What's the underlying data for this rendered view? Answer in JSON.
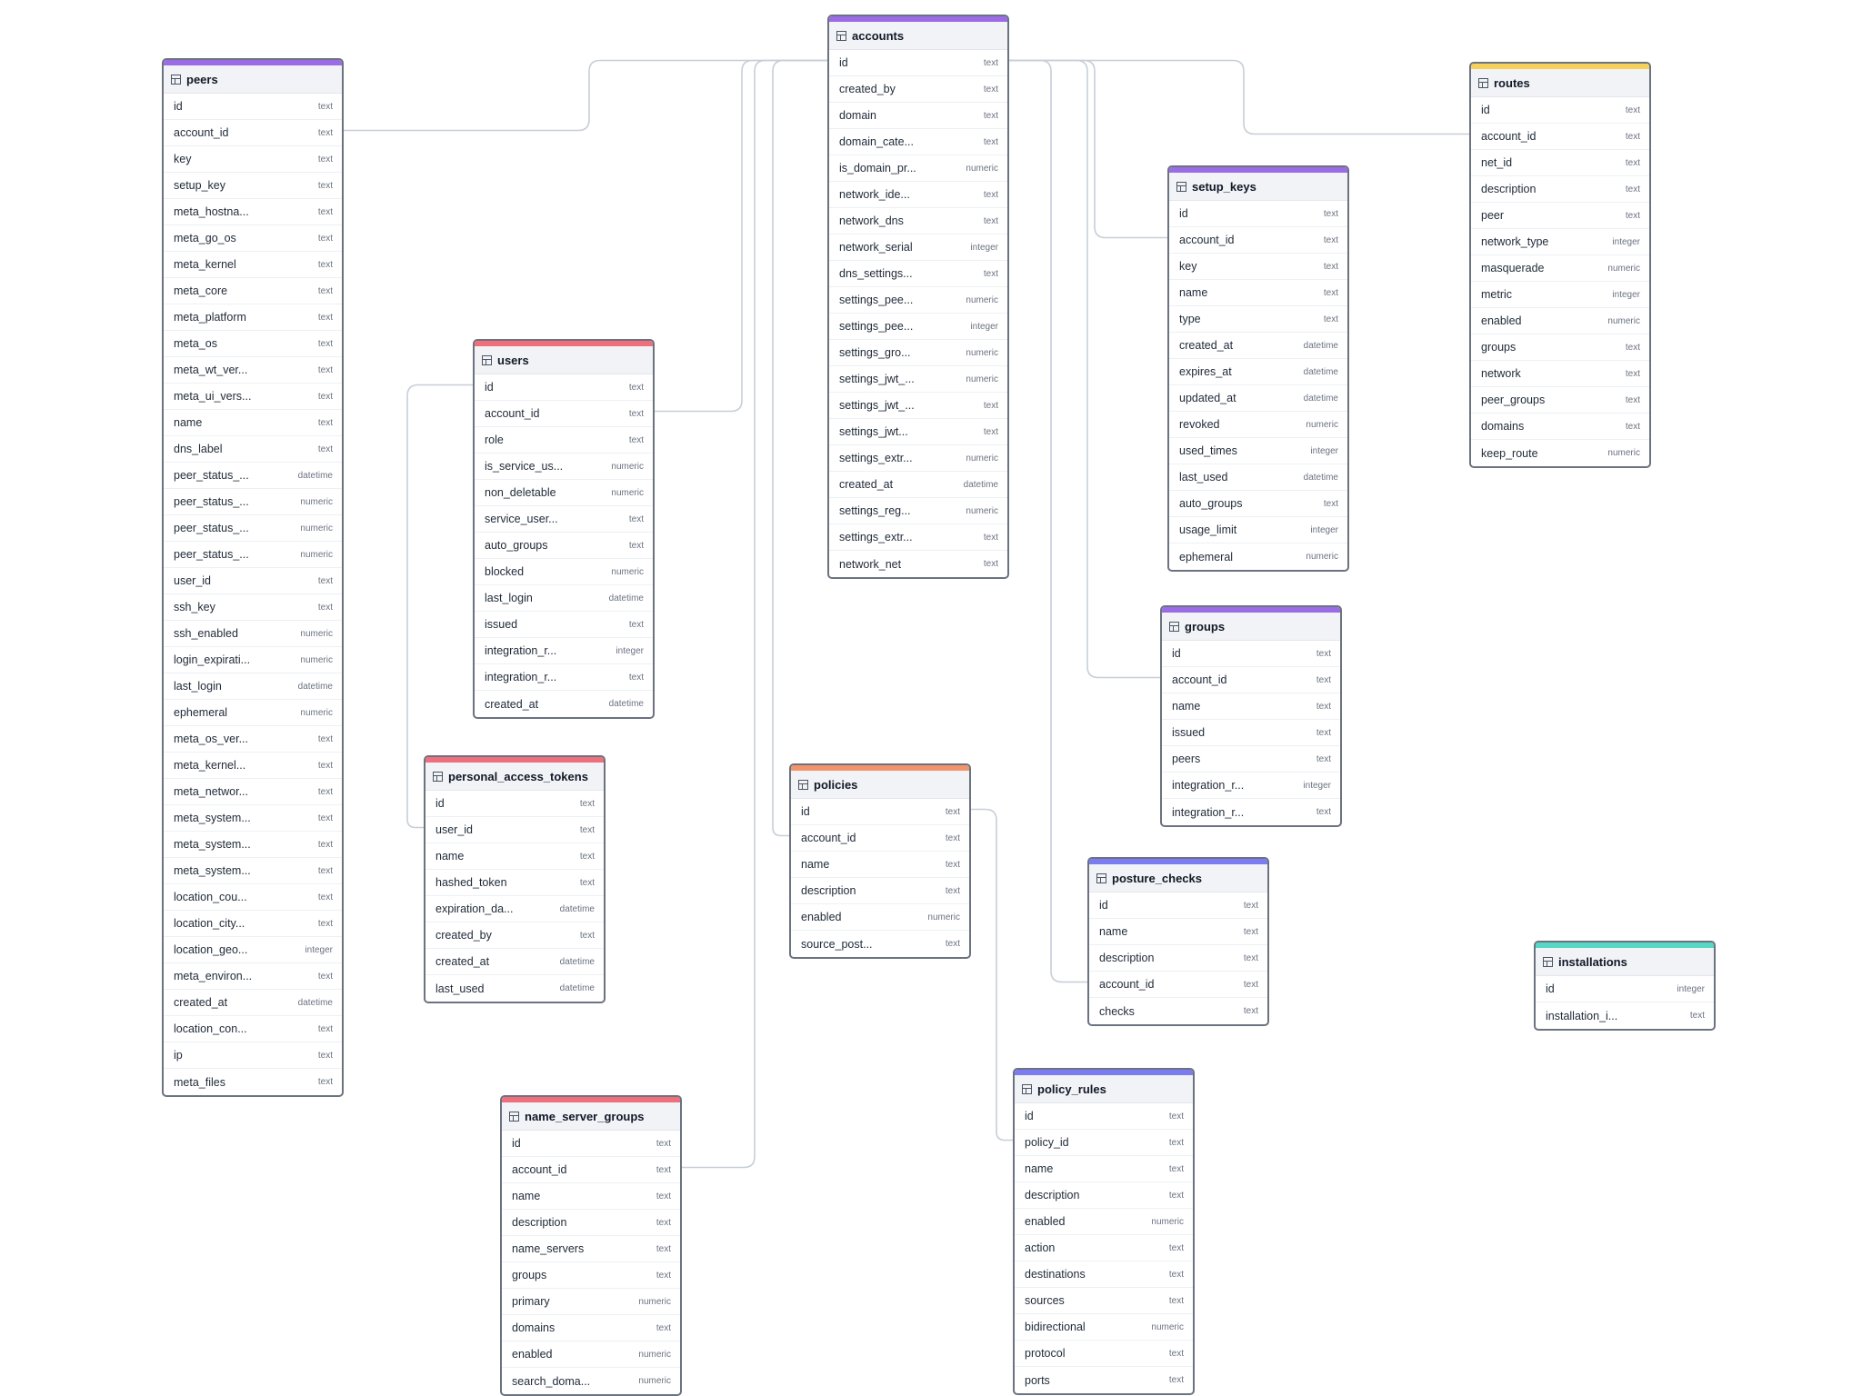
{
  "colors": {
    "purple": "#9b6ce6",
    "red": "#ef6f7c",
    "orange": "#f2946a",
    "indigo": "#7c7cf2",
    "yellow": "#f7d05a",
    "teal": "#57d6c3",
    "edge": "#c7ced8"
  },
  "tables": [
    {
      "name": "accounts",
      "accent": "purple",
      "columns": [
        [
          "id",
          "text"
        ],
        [
          "created_by",
          "text"
        ],
        [
          "domain",
          "text"
        ],
        [
          "domain_cate...",
          "text"
        ],
        [
          "is_domain_pr...",
          "numeric"
        ],
        [
          "network_ide...",
          "text"
        ],
        [
          "network_dns",
          "text"
        ],
        [
          "network_serial",
          "integer"
        ],
        [
          "dns_settings...",
          "text"
        ],
        [
          "settings_pee...",
          "numeric"
        ],
        [
          "settings_pee...",
          "integer"
        ],
        [
          "settings_gro...",
          "numeric"
        ],
        [
          "settings_jwt_...",
          "numeric"
        ],
        [
          "settings_jwt_...",
          "text"
        ],
        [
          "settings_jwt...",
          "text"
        ],
        [
          "settings_extr...",
          "numeric"
        ],
        [
          "created_at",
          "datetime"
        ],
        [
          "settings_reg...",
          "numeric"
        ],
        [
          "settings_extr...",
          "text"
        ],
        [
          "network_net",
          "text"
        ]
      ]
    },
    {
      "name": "peers",
      "accent": "purple",
      "columns": [
        [
          "id",
          "text"
        ],
        [
          "account_id",
          "text"
        ],
        [
          "key",
          "text"
        ],
        [
          "setup_key",
          "text"
        ],
        [
          "meta_hostna...",
          "text"
        ],
        [
          "meta_go_os",
          "text"
        ],
        [
          "meta_kernel",
          "text"
        ],
        [
          "meta_core",
          "text"
        ],
        [
          "meta_platform",
          "text"
        ],
        [
          "meta_os",
          "text"
        ],
        [
          "meta_wt_ver...",
          "text"
        ],
        [
          "meta_ui_vers...",
          "text"
        ],
        [
          "name",
          "text"
        ],
        [
          "dns_label",
          "text"
        ],
        [
          "peer_status_...",
          "datetime"
        ],
        [
          "peer_status_...",
          "numeric"
        ],
        [
          "peer_status_...",
          "numeric"
        ],
        [
          "peer_status_...",
          "numeric"
        ],
        [
          "user_id",
          "text"
        ],
        [
          "ssh_key",
          "text"
        ],
        [
          "ssh_enabled",
          "numeric"
        ],
        [
          "login_expirati...",
          "numeric"
        ],
        [
          "last_login",
          "datetime"
        ],
        [
          "ephemeral",
          "numeric"
        ],
        [
          "meta_os_ver...",
          "text"
        ],
        [
          "meta_kernel...",
          "text"
        ],
        [
          "meta_networ...",
          "text"
        ],
        [
          "meta_system...",
          "text"
        ],
        [
          "meta_system...",
          "text"
        ],
        [
          "meta_system...",
          "text"
        ],
        [
          "location_cou...",
          "text"
        ],
        [
          "location_city...",
          "text"
        ],
        [
          "location_geo...",
          "integer"
        ],
        [
          "meta_environ...",
          "text"
        ],
        [
          "created_at",
          "datetime"
        ],
        [
          "location_con...",
          "text"
        ],
        [
          "ip",
          "text"
        ],
        [
          "meta_files",
          "text"
        ]
      ]
    },
    {
      "name": "routes",
      "accent": "yellow",
      "columns": [
        [
          "id",
          "text"
        ],
        [
          "account_id",
          "text"
        ],
        [
          "net_id",
          "text"
        ],
        [
          "description",
          "text"
        ],
        [
          "peer",
          "text"
        ],
        [
          "network_type",
          "integer"
        ],
        [
          "masquerade",
          "numeric"
        ],
        [
          "metric",
          "integer"
        ],
        [
          "enabled",
          "numeric"
        ],
        [
          "groups",
          "text"
        ],
        [
          "network",
          "text"
        ],
        [
          "peer_groups",
          "text"
        ],
        [
          "domains",
          "text"
        ],
        [
          "keep_route",
          "numeric"
        ]
      ]
    },
    {
      "name": "setup_keys",
      "accent": "purple",
      "columns": [
        [
          "id",
          "text"
        ],
        [
          "account_id",
          "text"
        ],
        [
          "key",
          "text"
        ],
        [
          "name",
          "text"
        ],
        [
          "type",
          "text"
        ],
        [
          "created_at",
          "datetime"
        ],
        [
          "expires_at",
          "datetime"
        ],
        [
          "updated_at",
          "datetime"
        ],
        [
          "revoked",
          "numeric"
        ],
        [
          "used_times",
          "integer"
        ],
        [
          "last_used",
          "datetime"
        ],
        [
          "auto_groups",
          "text"
        ],
        [
          "usage_limit",
          "integer"
        ],
        [
          "ephemeral",
          "numeric"
        ]
      ]
    },
    {
      "name": "users",
      "accent": "red",
      "columns": [
        [
          "id",
          "text"
        ],
        [
          "account_id",
          "text"
        ],
        [
          "role",
          "text"
        ],
        [
          "is_service_us...",
          "numeric"
        ],
        [
          "non_deletable",
          "numeric"
        ],
        [
          "service_user...",
          "text"
        ],
        [
          "auto_groups",
          "text"
        ],
        [
          "blocked",
          "numeric"
        ],
        [
          "last_login",
          "datetime"
        ],
        [
          "issued",
          "text"
        ],
        [
          "integration_r...",
          "integer"
        ],
        [
          "integration_r...",
          "text"
        ],
        [
          "created_at",
          "datetime"
        ]
      ]
    },
    {
      "name": "groups",
      "accent": "purple",
      "columns": [
        [
          "id",
          "text"
        ],
        [
          "account_id",
          "text"
        ],
        [
          "name",
          "text"
        ],
        [
          "issued",
          "text"
        ],
        [
          "peers",
          "text"
        ],
        [
          "integration_r...",
          "integer"
        ],
        [
          "integration_r...",
          "text"
        ]
      ]
    },
    {
      "name": "personal_access_tokens",
      "accent": "red",
      "columns": [
        [
          "id",
          "text"
        ],
        [
          "user_id",
          "text"
        ],
        [
          "name",
          "text"
        ],
        [
          "hashed_token",
          "text"
        ],
        [
          "expiration_da...",
          "datetime"
        ],
        [
          "created_by",
          "text"
        ],
        [
          "created_at",
          "datetime"
        ],
        [
          "last_used",
          "datetime"
        ]
      ]
    },
    {
      "name": "policies",
      "accent": "orange",
      "columns": [
        [
          "id",
          "text"
        ],
        [
          "account_id",
          "text"
        ],
        [
          "name",
          "text"
        ],
        [
          "description",
          "text"
        ],
        [
          "enabled",
          "numeric"
        ],
        [
          "source_post...",
          "text"
        ]
      ]
    },
    {
      "name": "posture_checks",
      "accent": "indigo",
      "columns": [
        [
          "id",
          "text"
        ],
        [
          "name",
          "text"
        ],
        [
          "description",
          "text"
        ],
        [
          "account_id",
          "text"
        ],
        [
          "checks",
          "text"
        ]
      ]
    },
    {
      "name": "installations",
      "accent": "teal",
      "columns": [
        [
          "id",
          "integer"
        ],
        [
          "installation_i...",
          "text"
        ]
      ]
    },
    {
      "name": "name_server_groups",
      "accent": "red",
      "columns": [
        [
          "id",
          "text"
        ],
        [
          "account_id",
          "text"
        ],
        [
          "name",
          "text"
        ],
        [
          "description",
          "text"
        ],
        [
          "name_servers",
          "text"
        ],
        [
          "groups",
          "text"
        ],
        [
          "primary",
          "numeric"
        ],
        [
          "domains",
          "text"
        ],
        [
          "enabled",
          "numeric"
        ],
        [
          "search_doma...",
          "numeric"
        ]
      ]
    },
    {
      "name": "policy_rules",
      "accent": "indigo",
      "columns": [
        [
          "id",
          "text"
        ],
        [
          "policy_id",
          "text"
        ],
        [
          "name",
          "text"
        ],
        [
          "description",
          "text"
        ],
        [
          "enabled",
          "numeric"
        ],
        [
          "action",
          "text"
        ],
        [
          "destinations",
          "text"
        ],
        [
          "sources",
          "text"
        ],
        [
          "bidirectional",
          "numeric"
        ],
        [
          "protocol",
          "text"
        ],
        [
          "ports",
          "text"
        ]
      ]
    }
  ],
  "relations": [
    {
      "from": "peers",
      "to": "accounts"
    },
    {
      "from": "users",
      "to": "accounts"
    },
    {
      "from": "personal_access_tokens",
      "to": "users"
    },
    {
      "from": "name_server_groups",
      "to": "accounts"
    },
    {
      "from": "policies",
      "to": "accounts"
    },
    {
      "from": "setup_keys",
      "to": "accounts"
    },
    {
      "from": "groups",
      "to": "accounts"
    },
    {
      "from": "posture_checks",
      "to": "accounts"
    },
    {
      "from": "routes",
      "to": "accounts"
    },
    {
      "from": "policy_rules",
      "to": "policies"
    }
  ]
}
